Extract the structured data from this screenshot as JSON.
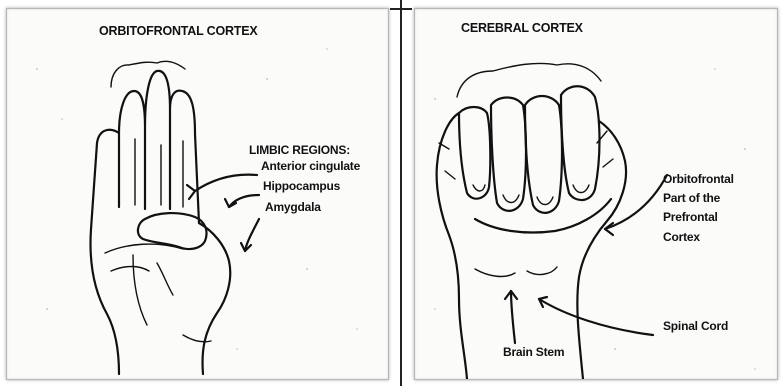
{
  "left_panel": {
    "title": "ORBITOFRONTAL CORTEX",
    "limbic_heading": "LIMBIC REGIONS:",
    "limbic_items": [
      "Anterior cingulate",
      "Hippocampus",
      "Amygdala"
    ]
  },
  "right_panel": {
    "title": "CEREBRAL CORTEX",
    "prefrontal_lines": [
      "Orbitofrontal",
      "Part of the",
      "Prefrontal",
      "Cortex"
    ],
    "spinal_cord": "Spinal Cord",
    "brain_stem": "Brain Stem"
  },
  "colors": {
    "ink": "#111111",
    "panel": "#fbfbfa",
    "frame": "#b8b8b8"
  },
  "icons": [
    "open-hand-illustration",
    "closed-fist-illustration",
    "pointer-arrow-icon"
  ]
}
